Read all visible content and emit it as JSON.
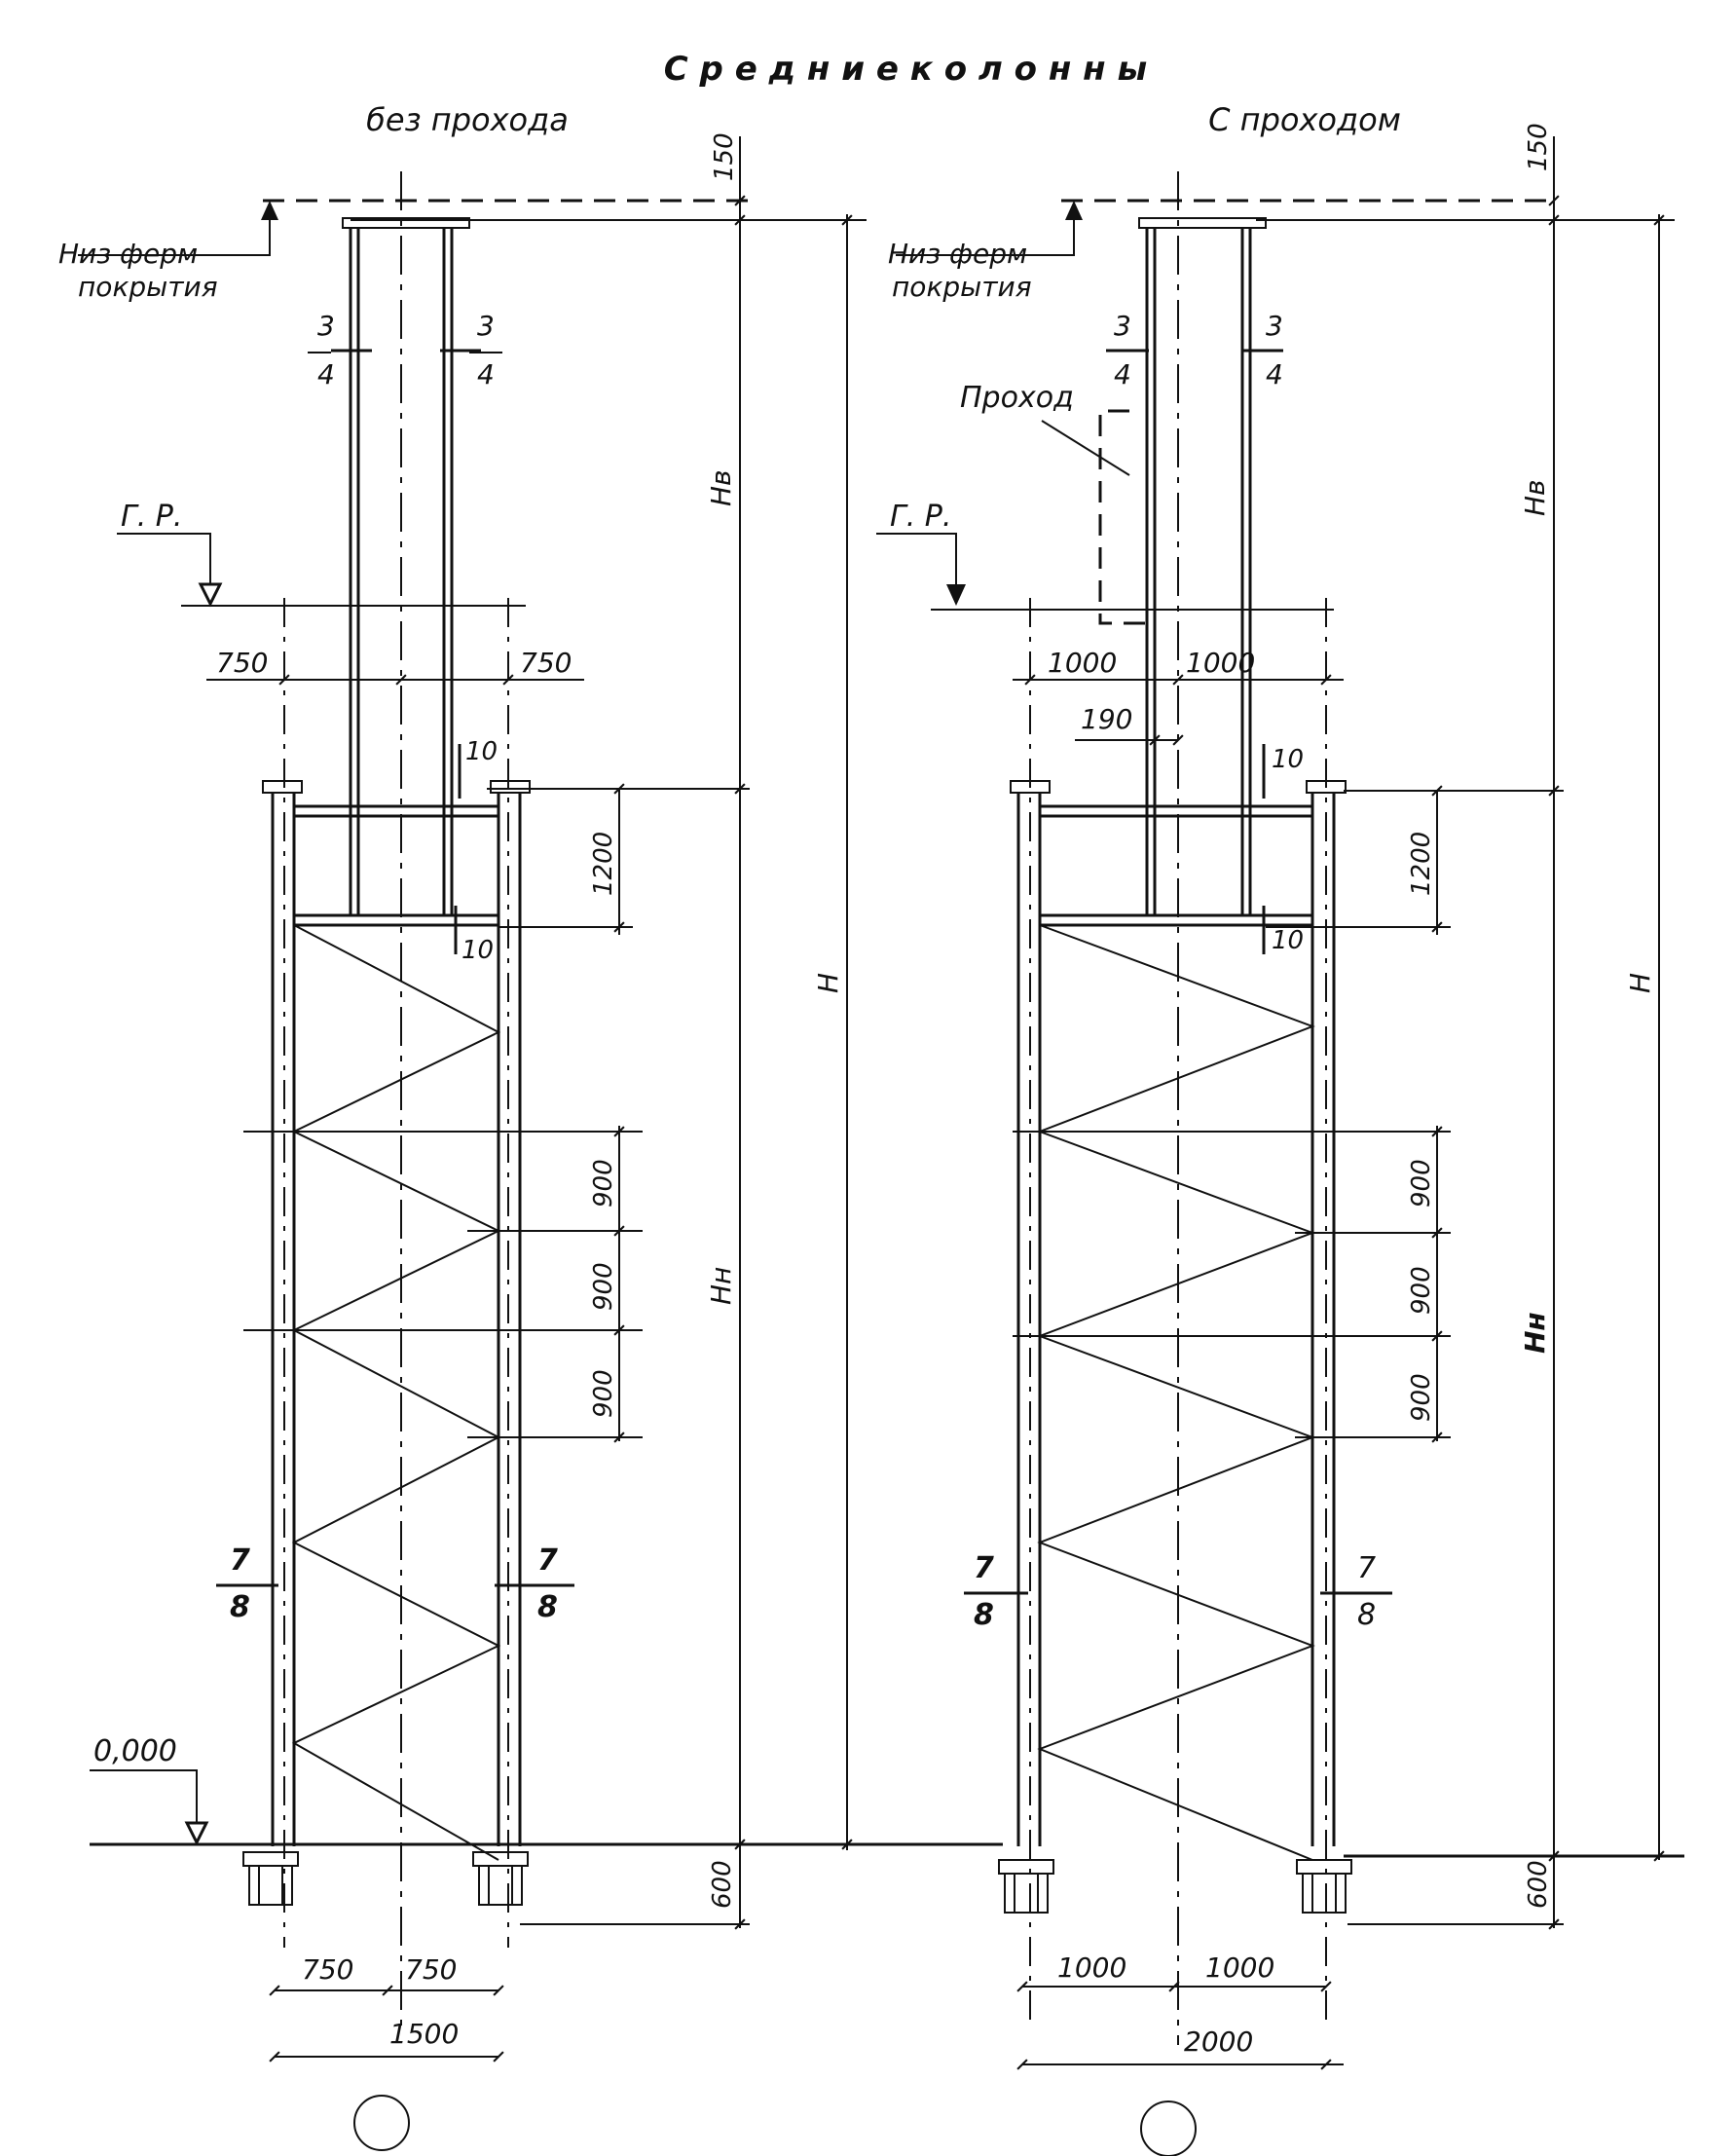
{
  "title": "С р е д н и е     к о л о н н ы",
  "left": {
    "subtitle": "без  прохода",
    "truss_bottom_label_1": "Низ ферм",
    "truss_bottom_label_2": "покрытия",
    "crane_rail_label": "Г. Р.",
    "zero_level_label": "0,000",
    "section_a_top": "3",
    "section_a_bottom": "4",
    "section_b_top": "7",
    "section_b_bottom": "8",
    "dim_top_150": "150",
    "dim_hv": "Нв",
    "dim_h": "Н",
    "dim_hn": "Нн",
    "dim_1200": "1200",
    "dim_900_1": "900",
    "dim_900_2": "900",
    "dim_900_3": "900",
    "dim_600": "600",
    "dim_10_top": "10",
    "dim_10_bottom": "10",
    "dim_750_left_top": "750",
    "dim_750_right_top": "750",
    "dim_750_left_bottom": "750",
    "dim_750_right_bottom": "750",
    "dim_total": "1500"
  },
  "right": {
    "subtitle": "С  проходом",
    "truss_bottom_label_1": "Низ ферм",
    "truss_bottom_label_2": "покрытия",
    "crane_rail_label": "Г. Р.",
    "passage_label": "Проход",
    "section_a_top": "3",
    "section_a_bottom": "4",
    "section_b_top": "7",
    "section_b_bottom": "8",
    "dim_top_150": "150",
    "dim_hv": "Нв",
    "dim_h": "Н",
    "dim_hn": "Нн",
    "dim_1200": "1200",
    "dim_900_1": "900",
    "dim_900_2": "900",
    "dim_900_3": "900",
    "dim_600": "600",
    "dim_10_top": "10",
    "dim_10_bottom": "10",
    "dim_190": "190",
    "dim_1000_left_top": "1000",
    "dim_1000_right_top": "1000",
    "dim_1000_left_bottom": "1000",
    "dim_1000_right_bottom": "1000",
    "dim_total": "2000"
  }
}
